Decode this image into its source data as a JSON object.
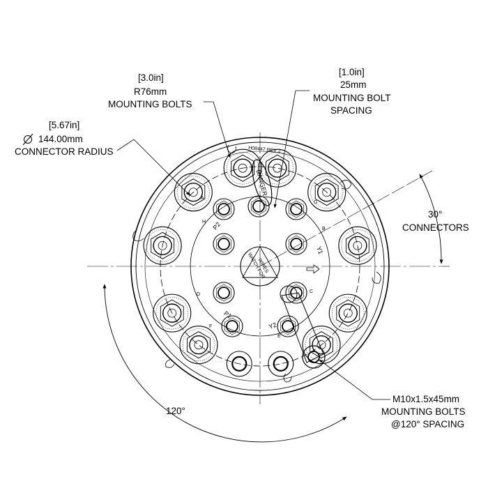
{
  "annotations": {
    "bolt_radius": {
      "imperial": "[3.0in]",
      "metric": "R76mm",
      "desc": "MOUNTING BOLTS"
    },
    "bolt_spacing": {
      "imperial": "[1.0in]",
      "metric": "25mm",
      "desc1": "MOUNTING BOLT",
      "desc2": "SPACING"
    },
    "connector_radius": {
      "imperial": "[5.67in]",
      "metric": "144.00mm",
      "desc": "CONNECTOR RADIUS"
    },
    "connector_angle": {
      "angle": "30°",
      "desc": "CONNECTORS"
    },
    "group_angle": {
      "angle": "120°"
    },
    "bolt_spec": {
      "line1": "M10x1.5x45mm",
      "line2": "MOUNTING BOLTS",
      "line3": "@120° SPACING"
    }
  },
  "part_labels": {
    "part_number": "H08447 REV 2",
    "danger": "DANGER",
    "center": [
      "WATCH FOR",
      "WIRES"
    ],
    "ports": [
      "P2",
      "P1",
      "Y2",
      "Y1"
    ],
    "markings": [
      "A",
      "B",
      "C",
      "D",
      "E",
      "F",
      "G",
      "H"
    ]
  },
  "icons": {
    "diameter": "diameter-symbol-icon",
    "arrow": "flow-arrow-icon"
  }
}
